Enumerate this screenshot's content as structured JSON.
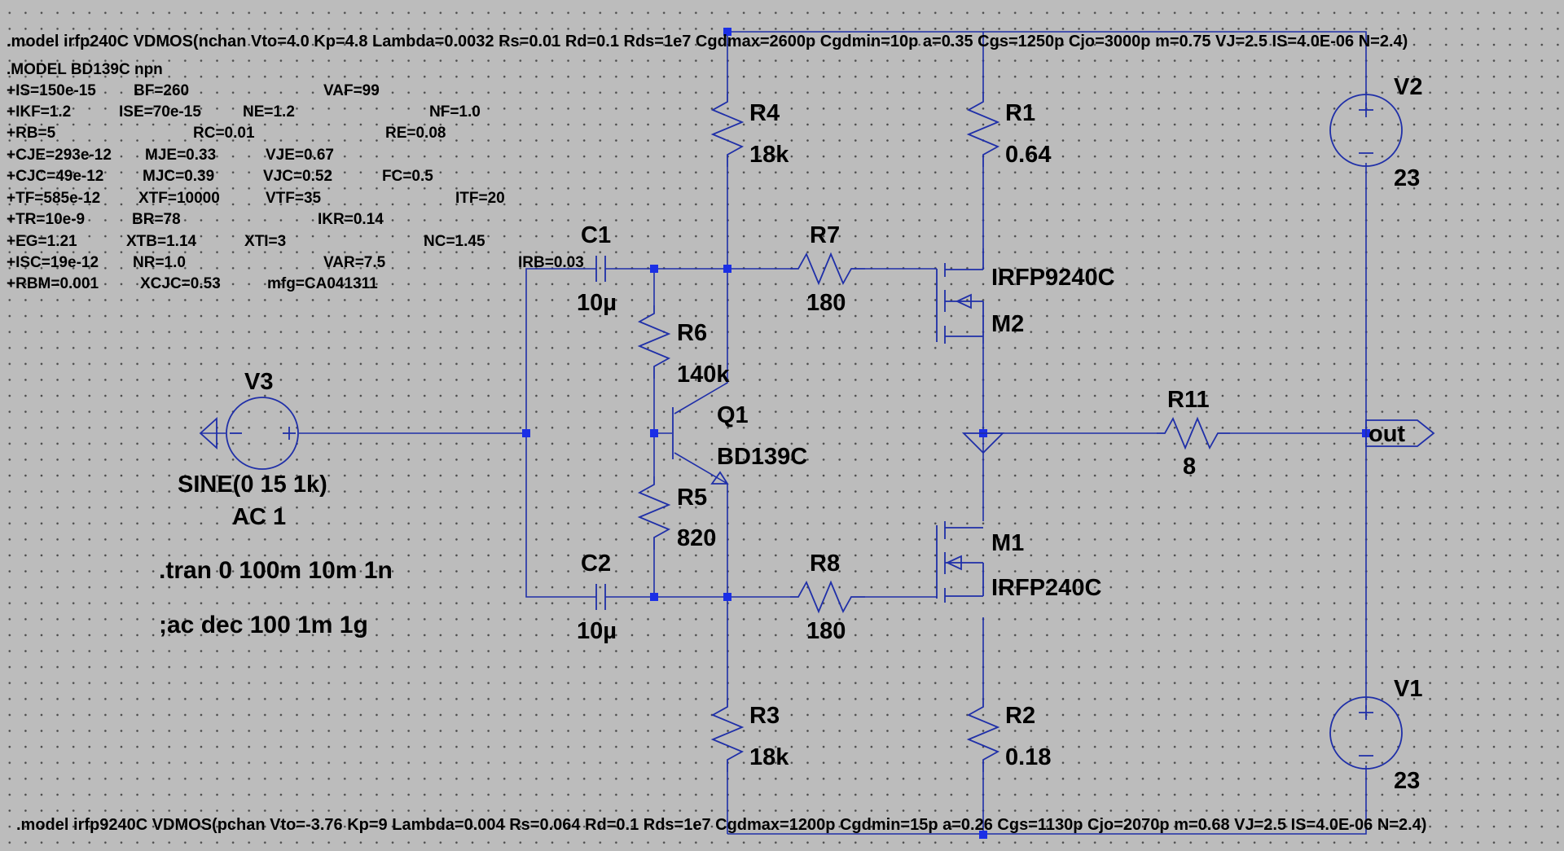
{
  "model_lines": {
    "irfp240c": ".model irfp240C VDMOS(nchan Vto=4.0 Kp=4.8 Lambda=0.0032 Rs=0.01 Rd=0.1 Rds=1e7 Cgdmax=2600p Cgdmin=10p a=0.35 Cgs=1250p Cjo=3000p m=0.75 VJ=2.5 IS=4.0E-06 N=2.4)",
    "irfp9240c": ".model irfp9240C VDMOS(pchan Vto=-3.76 Kp=9 Lambda=0.004 Rs=0.064 Rd=0.1 Rds=1e7 Cgdmax=1200p Cgdmin=15p a=0.26 Cgs=1130p Cjo=2070p m=0.68 VJ=2.5 IS=4.0E-06 N=2.4)"
  },
  "bd139_model": {
    "header": ".MODEL BD139C npn",
    "params": [
      "+IS=150e-15",
      "BF=260",
      "VAF=99",
      "+IKF=1.2",
      "ISE=70e-15",
      "NE=1.2",
      "NF=1.0",
      "+RB=5",
      "RC=0.01",
      "RE=0.08",
      "+CJE=293e-12",
      "MJE=0.33",
      "VJE=0.67",
      "+CJC=49e-12",
      "MJC=0.39",
      "VJC=0.52",
      "FC=0.5",
      "+TF=585e-12",
      "XTF=10000",
      "VTF=35",
      "ITF=20",
      "+TR=10e-9",
      "BR=78",
      "IKR=0.14",
      "+EG=1.21",
      "XTB=1.14",
      "XTI=3",
      "NC=1.45",
      "+ISC=19e-12",
      "NR=1.0",
      "VAR=7.5",
      "IRB=0.03",
      "+RBM=0.001",
      "XCJC=0.53",
      "mfg=CA041311"
    ]
  },
  "directives": {
    "tran": ".tran 0 100m 10m 1n",
    "ac": ";ac dec 100 1m 1g"
  },
  "components": {
    "V3": {
      "name": "V3",
      "value1": "SINE(0 15 1k)",
      "value2": "AC 1"
    },
    "V2": {
      "name": "V2",
      "value": "23"
    },
    "V1": {
      "name": "V1",
      "value": "23"
    },
    "R4": {
      "name": "R4",
      "value": "18k"
    },
    "R1": {
      "name": "R1",
      "value": "0.64"
    },
    "R7": {
      "name": "R7",
      "value": "180"
    },
    "R8": {
      "name": "R8",
      "value": "180"
    },
    "R6": {
      "name": "R6",
      "value": "140k"
    },
    "R5": {
      "name": "R5",
      "value": "820"
    },
    "R3": {
      "name": "R3",
      "value": "18k"
    },
    "R2": {
      "name": "R2",
      "value": "0.18"
    },
    "R11": {
      "name": "R11",
      "value": "8"
    },
    "C1": {
      "name": "C1",
      "value": "10µ"
    },
    "C2": {
      "name": "C2",
      "value": "10µ"
    },
    "Q1": {
      "name": "Q1",
      "value": "BD139C"
    },
    "M2": {
      "name": "M2",
      "value": "IRFP9240C"
    },
    "M1": {
      "name": "M1",
      "value": "IRFP240C"
    }
  },
  "net_labels": {
    "out": "out"
  },
  "colors": {
    "wire": "#1f2fa8",
    "junction": "#1b2fe6",
    "background": "#bcbcbc"
  }
}
